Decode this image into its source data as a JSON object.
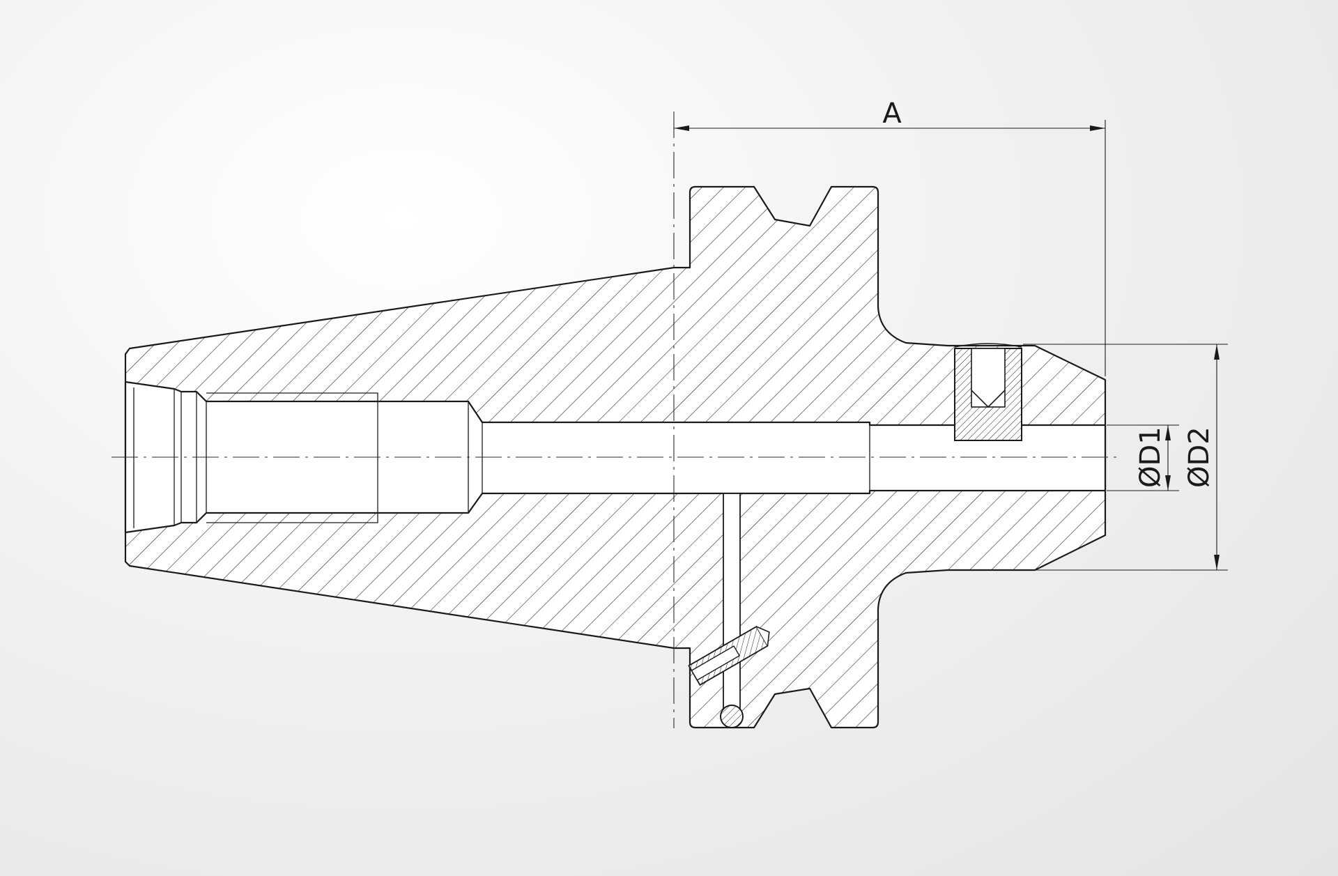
{
  "dimensions": {
    "a_label": "A",
    "d1_label": "ØD1",
    "d2_label": "ØD2"
  },
  "colors": {
    "line": "#1a1a1a",
    "background": "#eeeeee"
  }
}
